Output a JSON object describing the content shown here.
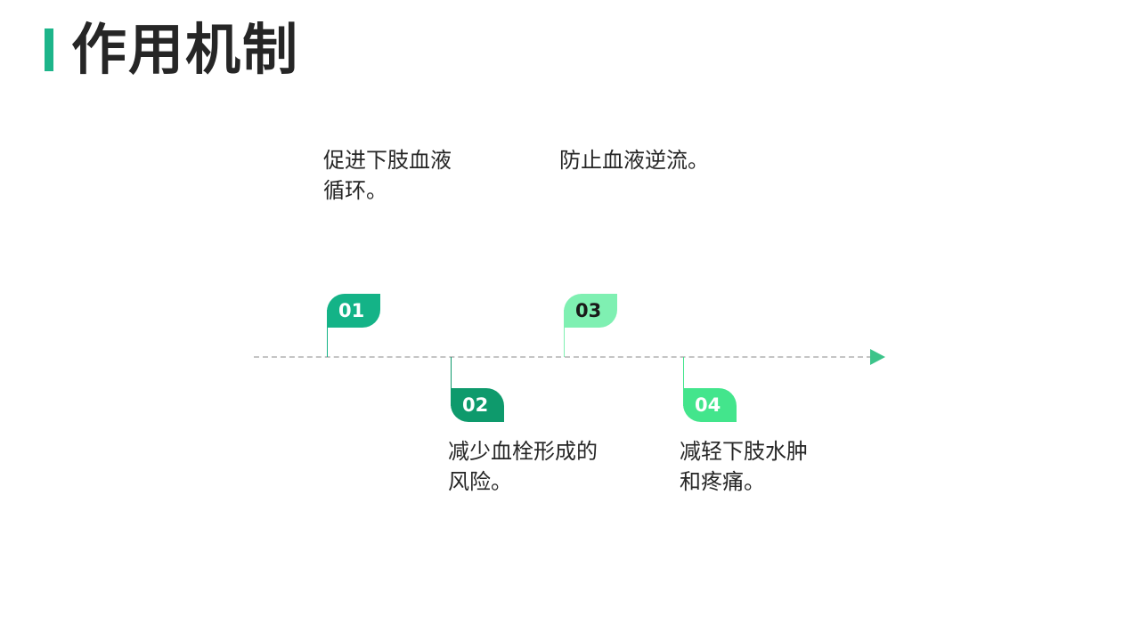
{
  "title": "作用机制",
  "colors": {
    "accent": "#1db58a",
    "item1": "#14b387",
    "item2": "#0e9a6c",
    "item3": "#7ff0b2",
    "item4": "#43e58c",
    "arrow": "#3cc48a",
    "line": "#c4c4c4"
  },
  "items": [
    {
      "number": "01",
      "text": "促进下肢血液循环。"
    },
    {
      "number": "02",
      "text": "减少血栓形成的风险。"
    },
    {
      "number": "03",
      "text": "防止血液逆流。"
    },
    {
      "number": "04",
      "text": "减轻下肢水肿和疼痛。"
    }
  ]
}
